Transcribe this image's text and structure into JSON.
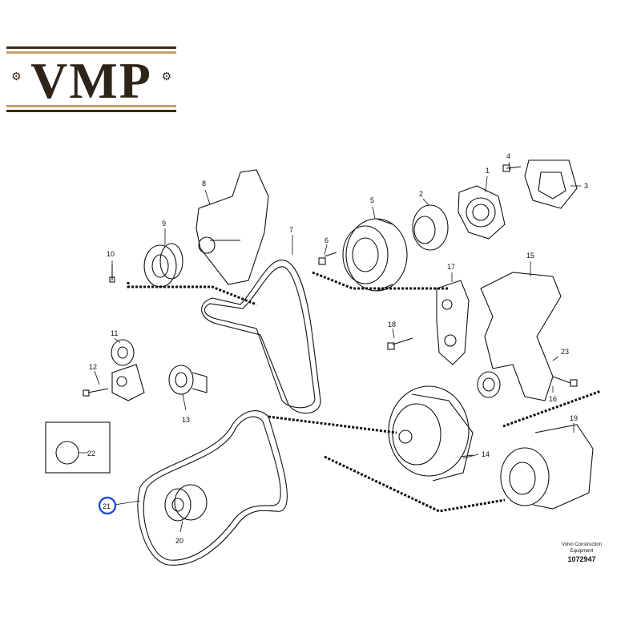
{
  "logo": {
    "text": "VMP",
    "gear_icon": "gear-icon"
  },
  "footer": {
    "line1": "Volvo Construction",
    "line2": "Equipment",
    "drawing_number": "1072947"
  },
  "highlight_color": "#1f4fd6",
  "callouts": {
    "c1": "1",
    "c2": "2",
    "c3": "3",
    "c4": "4",
    "c5": "5",
    "c6": "6",
    "c7": "7",
    "c8": "8",
    "c9": "9",
    "c10": "10",
    "c11": "11",
    "c12": "12",
    "c13": "13",
    "c14": "14",
    "c15": "15",
    "c16": "16",
    "c17": "17",
    "c18": "18",
    "c19": "19",
    "c20": "20",
    "c21": "21",
    "c22": "22",
    "c23": "23"
  }
}
